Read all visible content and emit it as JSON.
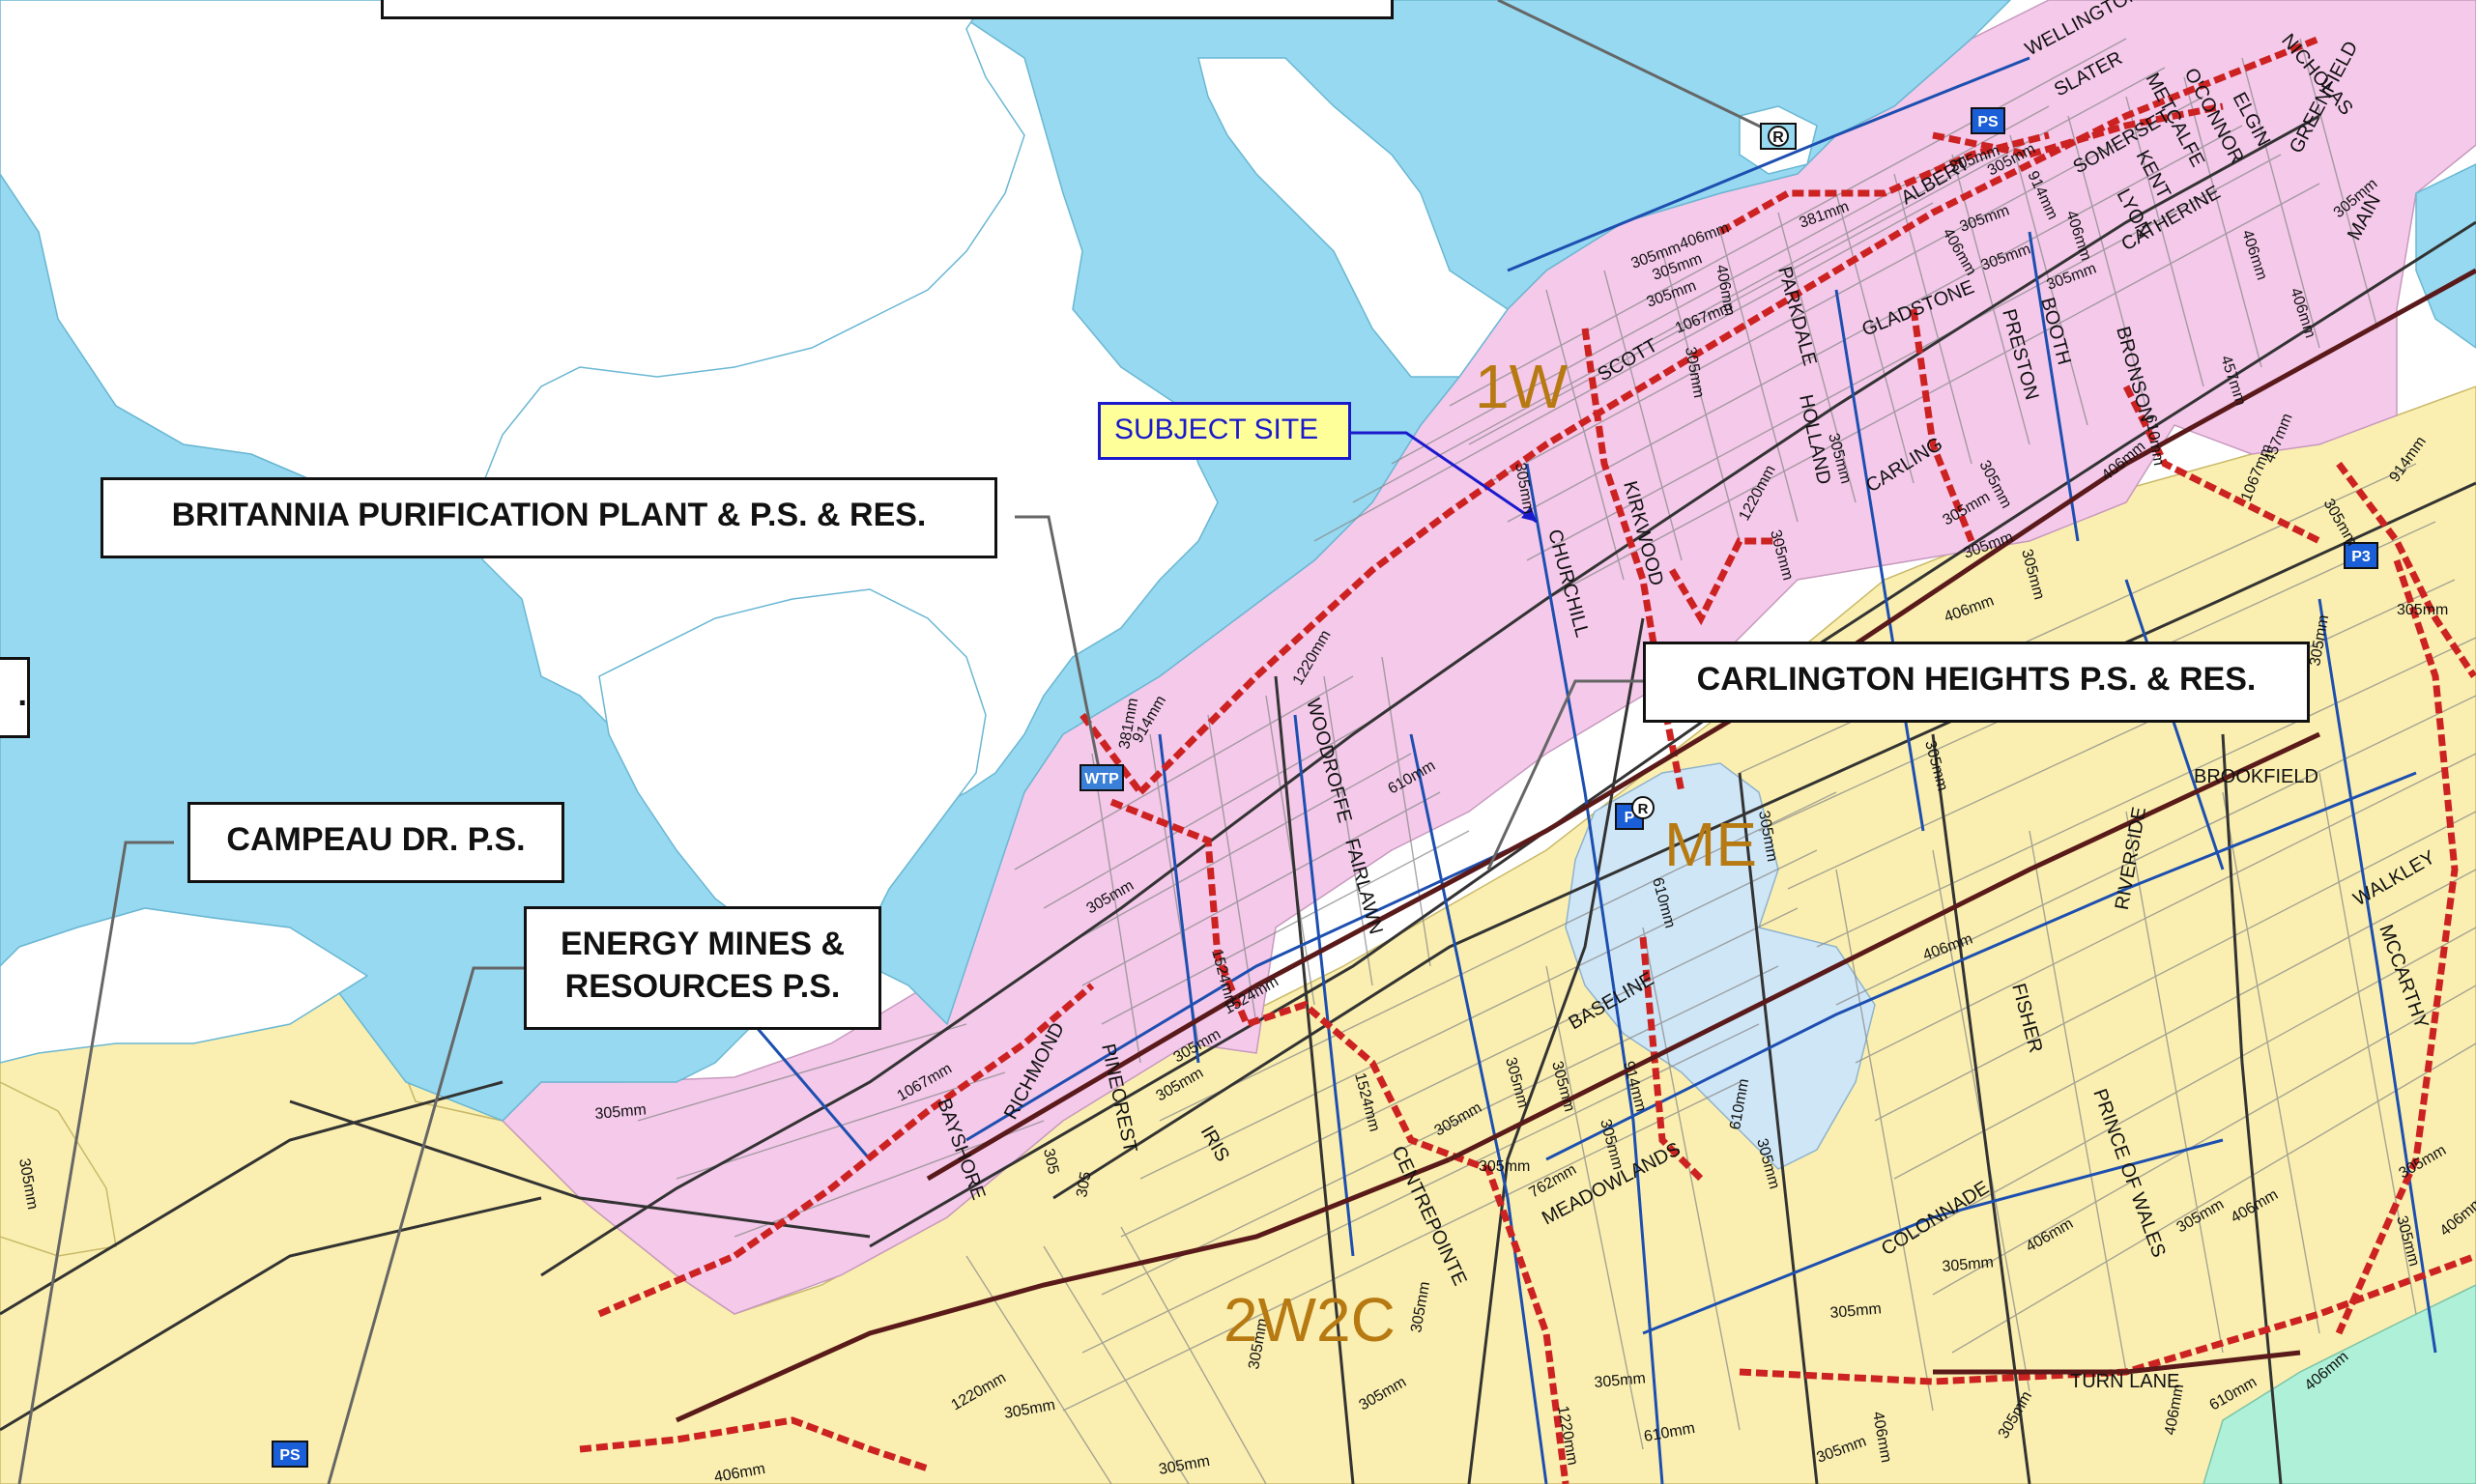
{
  "colors": {
    "water": "#96d9f0",
    "zone_1w": "#f4c9ea",
    "zone_me": "#cfe6f6",
    "zone_yellow": "#faefb0",
    "zone_green": "#aef0d8",
    "main_trunk": "#cc2222",
    "pipe_blue": "#1d4fb0"
  },
  "callouts": {
    "britannia": "BRITANNIA PURIFICATION PLANT  & P.S. & RES.",
    "campeau": "CAMPEAU DR. P.S.",
    "energy_line1": "ENERGY MINES &",
    "energy_line2": "RESOURCES P.S.",
    "carlington": "CARLINGTON HEIGHTS P.S. & RES.",
    "left_edge_fragment": "."
  },
  "subject_site": "SUBJECT SITE",
  "zones": {
    "1w": "1W",
    "me": "ME",
    "2w2c": "2W2C"
  },
  "facility_markers": {
    "wtp": "WTP",
    "ps": "PS",
    "r": "R",
    "p": "P",
    "p3": "P3"
  },
  "streets": {
    "wellington": "WELLINGTON",
    "slater": "SLATER",
    "metcalfe": "METCALFE",
    "oconnor": "O'CONNOR",
    "elgin": "ELGIN",
    "nicholas": "NICHOLAS",
    "greenfield": "GREENFIELD",
    "albert": "ALBERT",
    "somerset": "SOMERSET",
    "kent": "KENT",
    "lyon": "LYON",
    "catherine": "CATHERINE",
    "main": "MAIN",
    "parkdale": "PARKDALE",
    "gladstone": "GLADSTONE",
    "preston": "PRESTON",
    "booth": "BOOTH",
    "bronson": "BRONSON",
    "scott": "SCOTT",
    "churchill": "CHURCHILL",
    "kirkwood": "KIRKWOOD",
    "holland": "HOLLAND",
    "carling": "CARLING",
    "woodroffe": "WOODROFFE",
    "fairlawn": "FAIRLAWN",
    "bayshore": "BAYSHORE",
    "richmond": "RICHMOND",
    "pinecrest": "PINECREST",
    "iris": "IRIS",
    "baseline": "BASELINE",
    "centrepointe": "CENTREPOINTE",
    "meadowlands": "MEADOWLANDS",
    "fisher": "FISHER",
    "prince_of_wales": "PRINCE OF WALES",
    "colonnade": "COLONNADE",
    "riverside": "RIVERSIDE",
    "brookfield": "BROOKFIELD",
    "walkley": "WALKLEY",
    "mccarthy": "MCCARTHY",
    "turn_lane": "TURN LANE"
  },
  "pipe_sizes": {
    "p305": "305mm",
    "p406": "406mm",
    "p610": "610mm",
    "p914": "914mm",
    "p1067": "1067mm",
    "p1220": "1220mm",
    "p1524": "1524mm",
    "p762": "762mm",
    "p457": "457mm",
    "p381": "381mm",
    "p305n": "305",
    "p406n": "406",
    "p610n": "610"
  }
}
